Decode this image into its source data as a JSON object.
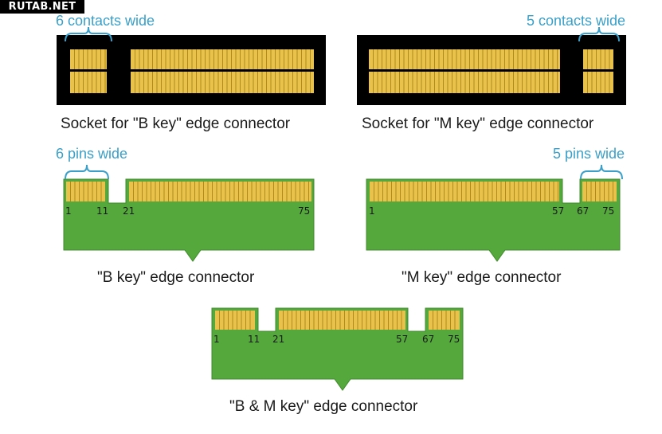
{
  "watermark": "RUTAB.NET",
  "colors": {
    "socket_body": "#000000",
    "contact_gold": "#e8c24a",
    "contact_line": "#b08a1a",
    "pcb_green": "#55a83c",
    "pcb_edge": "#3f8a2c",
    "label_blue": "#3aa0c9"
  },
  "sockets": [
    {
      "caption": "Socket for \"B key\" edge connector",
      "width_label": "6 contacts wide"
    },
    {
      "caption": "Socket for \"M key\" edge connector",
      "width_label": "5 contacts wide"
    }
  ],
  "connectors": [
    {
      "caption": "\"B key\" edge connector",
      "width_label": "6 pins wide",
      "pin_labels": [
        "1",
        "11",
        "21",
        "75"
      ]
    },
    {
      "caption": "\"M key\" edge connector",
      "width_label": "5 pins wide",
      "pin_labels": [
        "1",
        "57",
        "67",
        "75"
      ]
    },
    {
      "caption": "\"B & M key\" edge connector",
      "width_label": "",
      "pin_labels": [
        "1",
        "11",
        "21",
        "57",
        "67",
        "75"
      ]
    }
  ]
}
